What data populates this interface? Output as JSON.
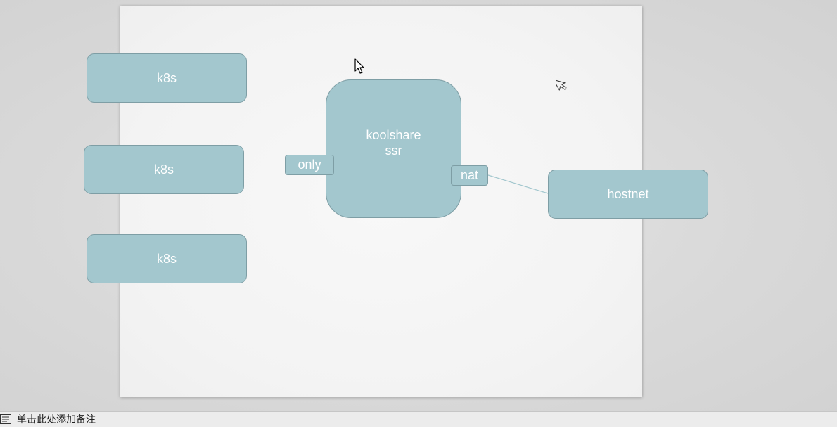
{
  "slide": {
    "shapes": {
      "k8s_1": "k8s",
      "k8s_2": "k8s",
      "k8s_3": "k8s",
      "koolshare_line1": "koolshare",
      "koolshare_line2": "ssr",
      "only": "only",
      "nat": "nat",
      "hostnet": "hostnet"
    },
    "colors": {
      "shape_fill": "#a3c7ce",
      "shape_border": "#7e9ea5",
      "connector": "#a3c7ce"
    }
  },
  "status_bar": {
    "notes_icon": "notes-icon",
    "notes_placeholder": "单击此处添加备注"
  }
}
